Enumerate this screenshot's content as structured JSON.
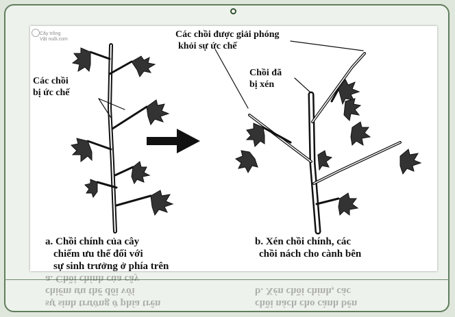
{
  "labels": {
    "inhibited_buds": [
      "Các chồi",
      "bị ức chế"
    ],
    "released_buds": [
      "Các chồi được giải phóng",
      "khỏi sự ức chế"
    ],
    "cut_bud": [
      "Chồi đã",
      "bị xén"
    ]
  },
  "captions": {
    "a": [
      "a. Chồi chính của cây",
      "chiếm ưu thế đối với",
      "sự sinh trưởng ở phía trên"
    ],
    "b": [
      "b. Xén chồi chính, các",
      "chồi nách cho cành bên"
    ]
  },
  "watermark": [
    "Cây trồng",
    "Vật nuôi.com"
  ],
  "colors": {
    "frame": "#5f7d5c",
    "arrow": "#111111"
  }
}
